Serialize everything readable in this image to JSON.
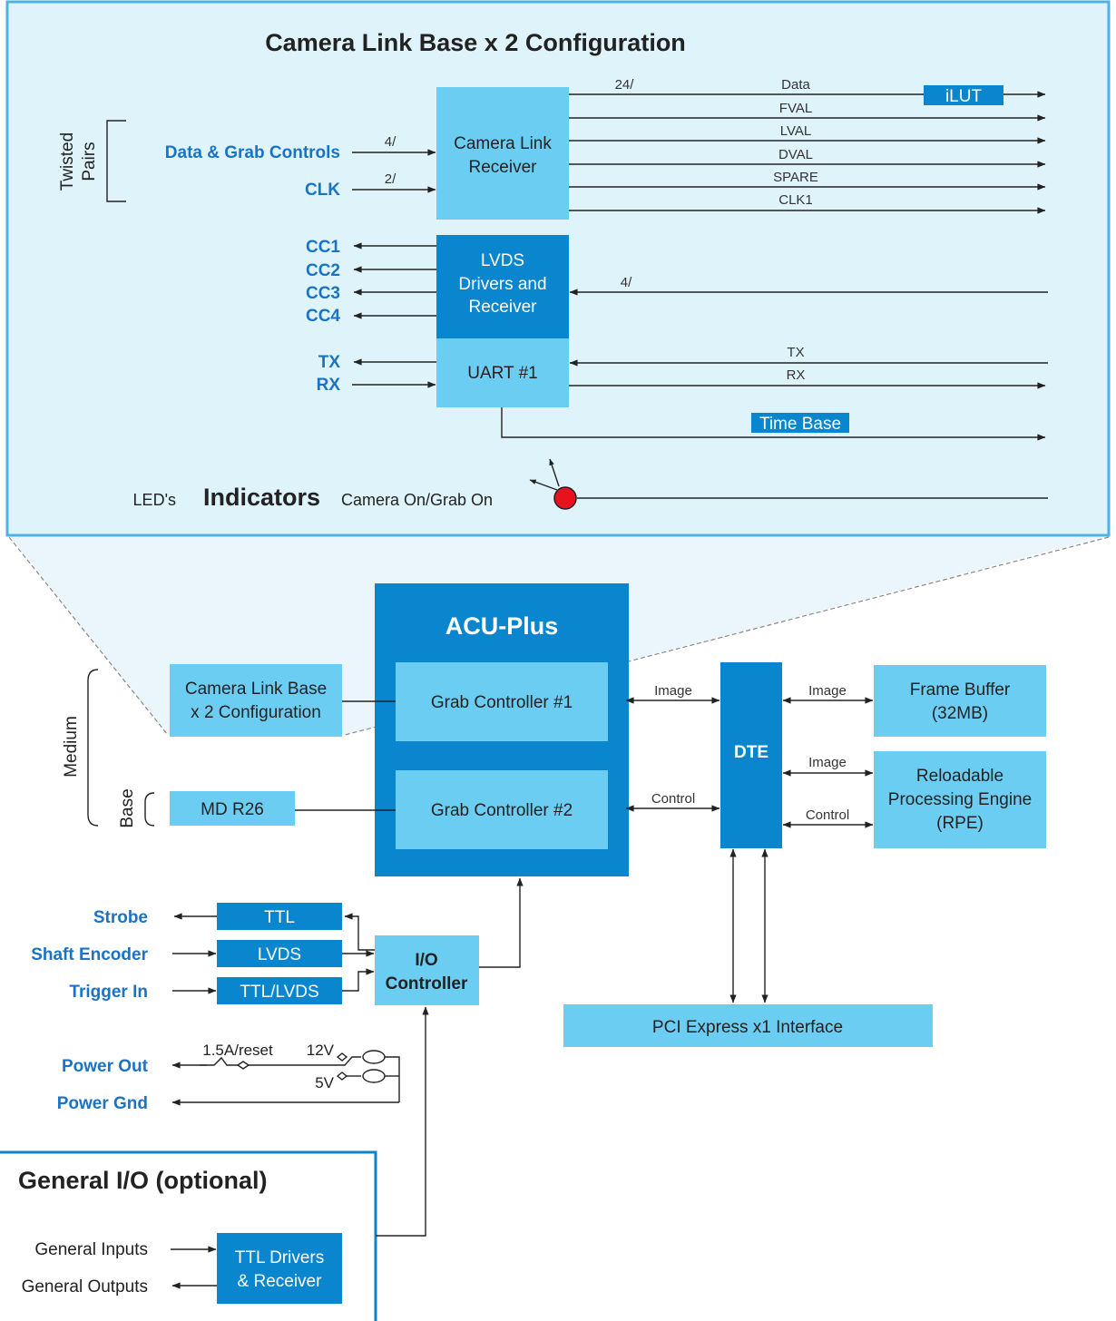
{
  "colors": {
    "light_box": "#6ccdf3",
    "dark_box": "#0a86cf",
    "panel_bg": "#dff3fb",
    "panel_border": "#4bb3e6",
    "label_blue": "#1a73c4",
    "led_red": "#e8111e"
  },
  "top_panel": {
    "title": "Camera Link Base x 2 Configuration",
    "twisted_pairs": [
      "Twisted",
      "Pairs"
    ],
    "inputs": {
      "data_grab": "Data & Grab Controls",
      "clk": "CLK"
    },
    "bus_widths": {
      "data_in": "4/",
      "clk_in": "2/",
      "data_out": "24/",
      "cc_in": "4/"
    },
    "receiver_lines": [
      "Camera Link",
      "Receiver"
    ],
    "outputs": [
      "Data",
      "FVAL",
      "LVAL",
      "DVAL",
      "SPARE",
      "CLK1"
    ],
    "ilut": "iLUT",
    "cc_labels": [
      "CC1",
      "CC2",
      "CC3",
      "CC4"
    ],
    "lvds_lines": [
      "LVDS",
      "Drivers and",
      "Receiver"
    ],
    "uart": "UART #1",
    "tx": "TX",
    "rx": "RX",
    "time_base": "Time Base",
    "led_label": "LED's",
    "indicators": "Indicators",
    "indicators_sub": "Camera On/Grab On"
  },
  "main": {
    "acu_title": "ACU-Plus",
    "grab1": "Grab Controller #1",
    "grab2": "Grab Controller #2",
    "cl_box_lines": [
      "Camera Link Base",
      "x 2 Configuration"
    ],
    "md_box": "MD R26",
    "medium": "Medium",
    "base": "Base",
    "dte": "DTE",
    "image_label": "Image",
    "control_label": "Control",
    "frame_buffer_lines": [
      "Frame Buffer",
      "(32MB)"
    ],
    "rpe_lines": [
      "Reloadable",
      "Processing Engine",
      "(RPE)"
    ],
    "pci": "PCI Express x1 Interface"
  },
  "io": {
    "strobe": "Strobe",
    "shaft": "Shaft Encoder",
    "trigger": "Trigger In",
    "ttl": "TTL",
    "lvds": "LVDS",
    "ttl_lvds": "TTL/LVDS",
    "controller_lines": [
      "I/O",
      "Controller"
    ],
    "power_out": "Power Out",
    "power_gnd": "Power Gnd",
    "fuse": "1.5A/reset",
    "v12": "12V",
    "v5": "5V"
  },
  "gio": {
    "title": "General I/O (optional)",
    "inputs": "General Inputs",
    "outputs": "General Outputs",
    "box_lines": [
      "TTL Drivers",
      "& Receiver"
    ]
  }
}
